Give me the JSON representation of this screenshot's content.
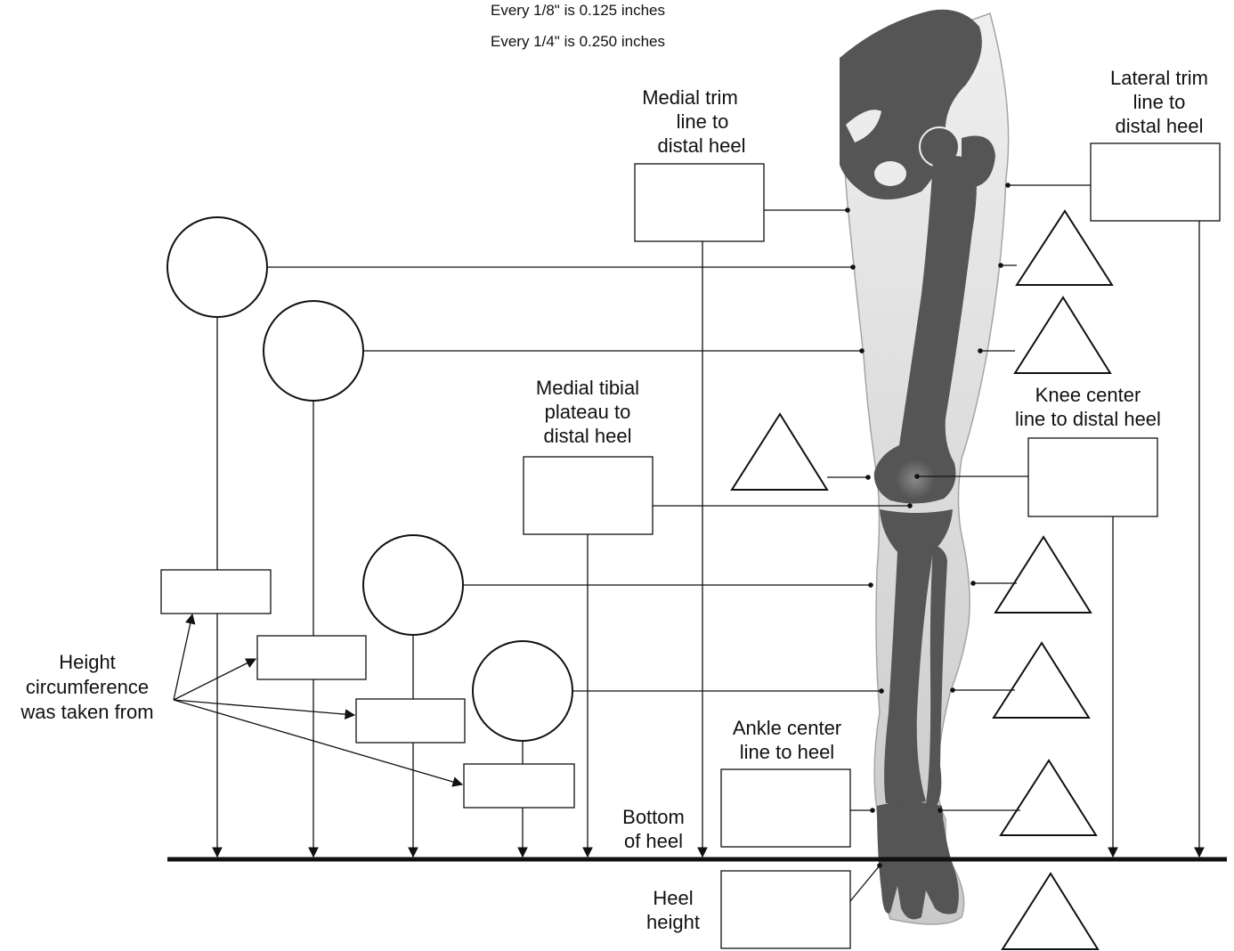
{
  "notes": {
    "eighth": "Every 1/8\" is 0.125 inches",
    "quarter": "Every 1/4\" is 0.250 inches"
  },
  "labels": {
    "medial_trim": [
      "Medial trim",
      "line to",
      "distal heel"
    ],
    "lateral_trim": [
      "Lateral trim",
      "line to",
      "distal heel"
    ],
    "medial_tibial": [
      "Medial tibial",
      "plateau to",
      "distal heel"
    ],
    "knee_center": [
      "Knee center",
      "line to distal heel"
    ],
    "ankle_center": [
      "Ankle center",
      "line to heel"
    ],
    "bottom_heel": [
      "Bottom",
      "of heel"
    ],
    "heel_height": [
      "Heel",
      "height"
    ],
    "height_circ": [
      "Height",
      "circumference",
      "was taken from"
    ]
  },
  "colors": {
    "bone": "#555555",
    "leg_light": "#e8e8e8",
    "leg_dark": "#c4c4c4",
    "line": "#111111",
    "box_fill": "#ffffff"
  }
}
